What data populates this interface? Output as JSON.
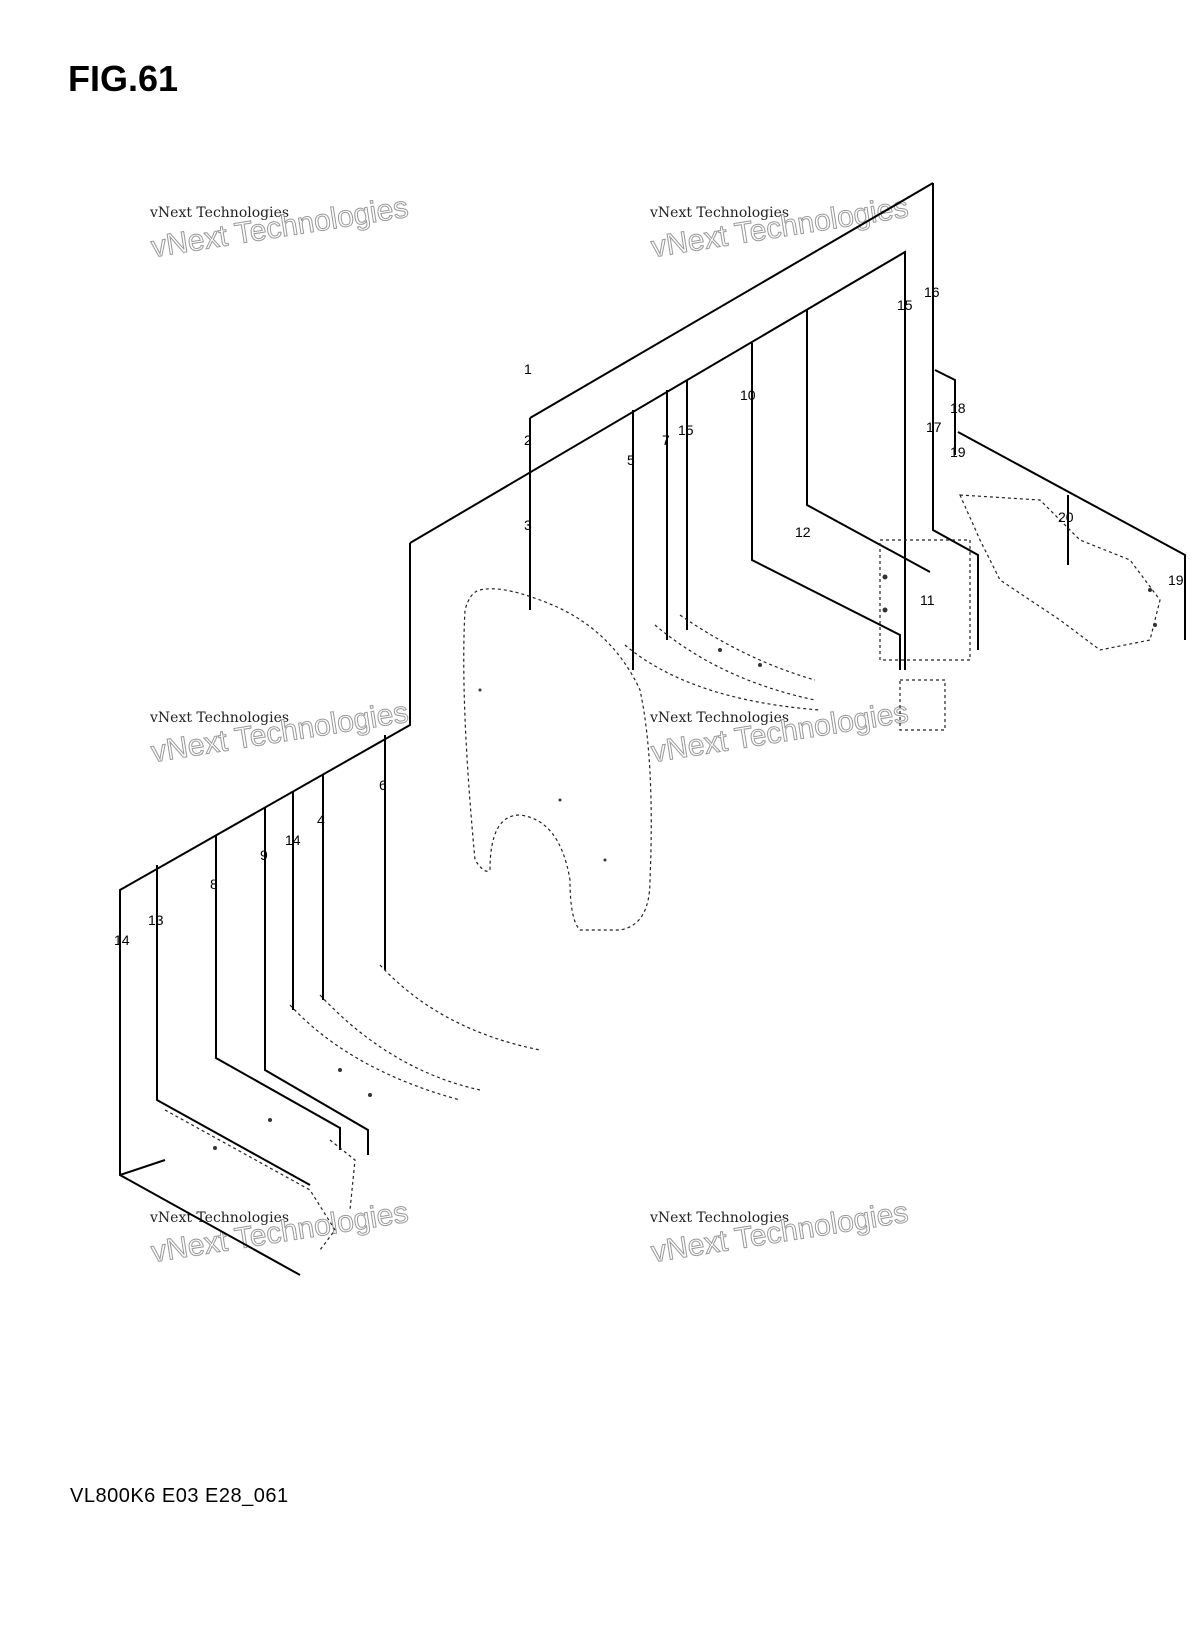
{
  "figure": {
    "title": "FIG.61",
    "code": "VL800K6 E03 E28_061"
  },
  "watermark": {
    "line1": "vNext Technologies",
    "line2": "vNext Technologies"
  },
  "callouts": [
    "1",
    "2",
    "3",
    "4",
    "5",
    "6",
    "7",
    "8",
    "9",
    "10",
    "11",
    "12",
    "13",
    "14",
    "14",
    "15",
    "15",
    "16",
    "17",
    "18",
    "19",
    "19",
    "20"
  ]
}
